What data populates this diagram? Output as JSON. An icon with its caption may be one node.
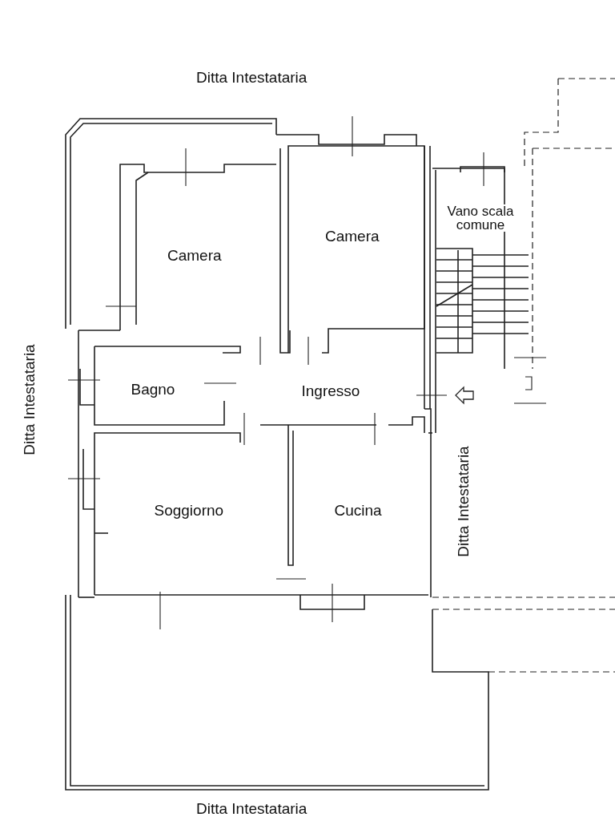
{
  "diagram": {
    "labels": [
      "Ditta Intestataria",
      "Ditta Intestataria",
      "Camera",
      "Camera",
      "Vano scala comune",
      "Bagno",
      "Ingresso",
      "Soggiorno",
      "Cucina",
      "Ditta Intestataria",
      "Ditta Intestataria"
    ]
  }
}
